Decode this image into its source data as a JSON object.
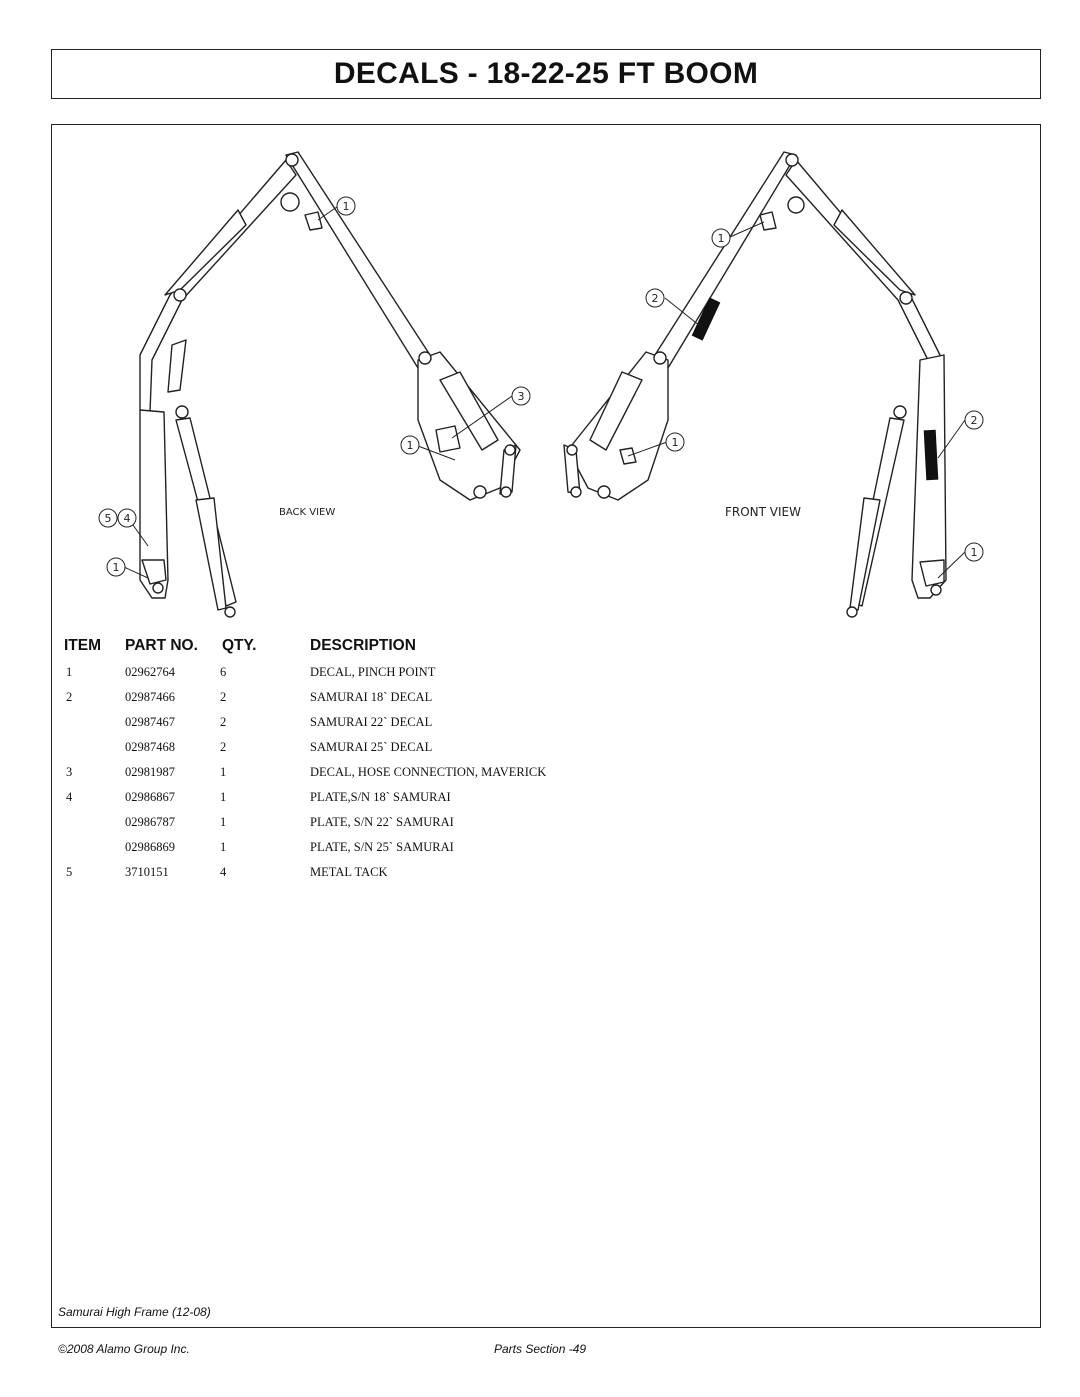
{
  "title": "DECALS - 18-22-25 FT BOOM",
  "views": {
    "back": "BACK VIEW",
    "front": "FRONT VIEW"
  },
  "callouts": {
    "back": [
      "1",
      "3",
      "1",
      "5",
      "4",
      "1"
    ],
    "front": [
      "1",
      "2",
      "1",
      "2",
      "1"
    ]
  },
  "table": {
    "headers": {
      "item": "ITEM",
      "part": "PART NO.",
      "qty": "QTY.",
      "desc": "DESCRIPTION"
    },
    "rows": [
      {
        "item": "1",
        "part": "02962764",
        "qty": "6",
        "desc": "DECAL, PINCH POINT"
      },
      {
        "item": "2",
        "part": "02987466",
        "qty": "2",
        "desc": "SAMURAI 18` DECAL"
      },
      {
        "item": "",
        "part": "02987467",
        "qty": "2",
        "desc": "SAMURAI 22` DECAL"
      },
      {
        "item": "",
        "part": "02987468",
        "qty": "2",
        "desc": "SAMURAI 25` DECAL"
      },
      {
        "item": "3",
        "part": "02981987",
        "qty": "1",
        "desc": "DECAL, HOSE CONNECTION, MAVERICK"
      },
      {
        "item": "4",
        "part": "02986867",
        "qty": "1",
        "desc": "PLATE,S/N 18` SAMURAI"
      },
      {
        "item": "",
        "part": "02986787",
        "qty": "1",
        "desc": "PLATE, S/N 22` SAMURAI"
      },
      {
        "item": "",
        "part": "02986869",
        "qty": "1",
        "desc": "PLATE, S/N 25` SAMURAI"
      },
      {
        "item": "5",
        "part": "3710151",
        "qty": "4",
        "desc": "METAL TACK"
      }
    ]
  },
  "footer": {
    "subtitle": "Samurai High Frame (12-08)",
    "copyright": "©2008 Alamo Group Inc.",
    "section": "Parts Section -49"
  }
}
